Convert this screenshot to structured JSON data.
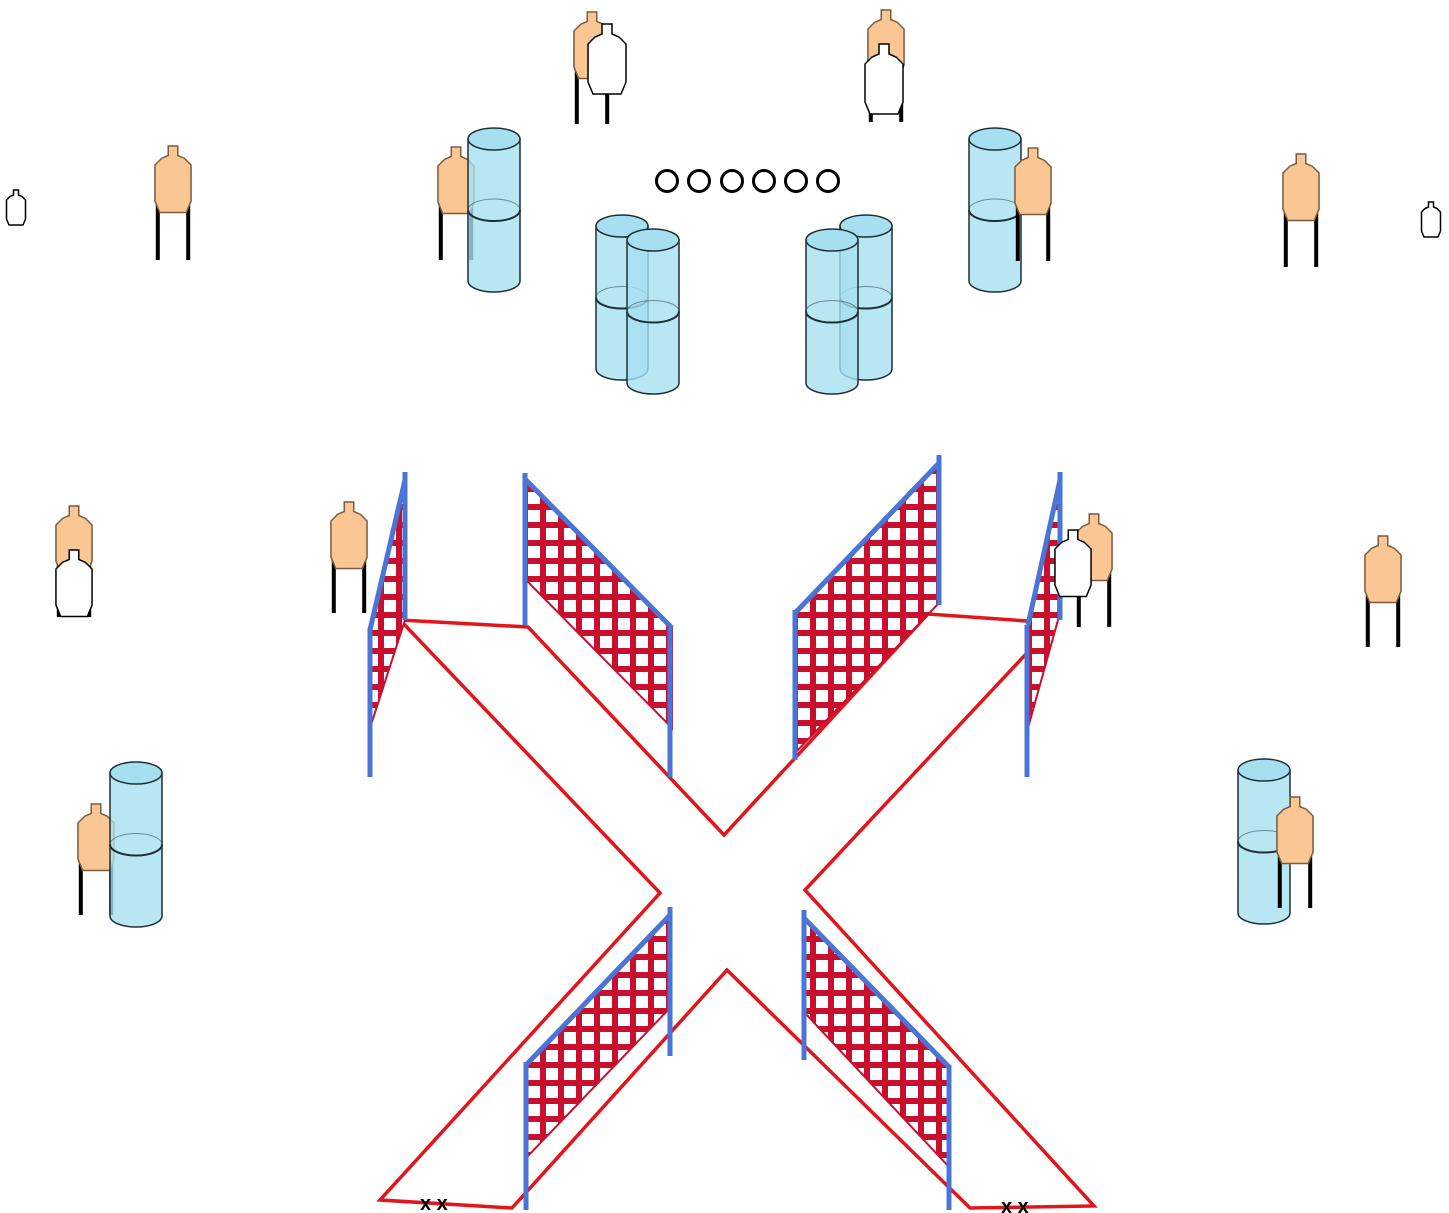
{
  "colors": {
    "target_fill": "#FAC794",
    "target_stroke": "#7a5a3a",
    "noshoot_fill": "#FFFFFF",
    "noshoot_stroke": "#000000",
    "barrel_fill": "#A6E0F0",
    "barrel_stroke": "#1e2f36",
    "fault_line": "#E3151B",
    "wall_mesh": "#C8102E",
    "wall_post": "#4A74D6",
    "stand_leg": "#000000",
    "plate_stroke": "#000000"
  },
  "icons": {
    "paper_target": "cardboard-target-icon",
    "no_shoot": "no-shoot-target-icon",
    "barrel": "barrel-icon",
    "steel_plate": "steel-plate-icon",
    "mesh_wall": "mesh-wall-icon"
  },
  "stage": {
    "paper_target_count": 12,
    "no_shoot_count": 6,
    "steel_plate_count": 6,
    "barrel_count": 8,
    "wall_count": 6
  },
  "start_marks": {
    "left": "x x",
    "right": "x x"
  }
}
